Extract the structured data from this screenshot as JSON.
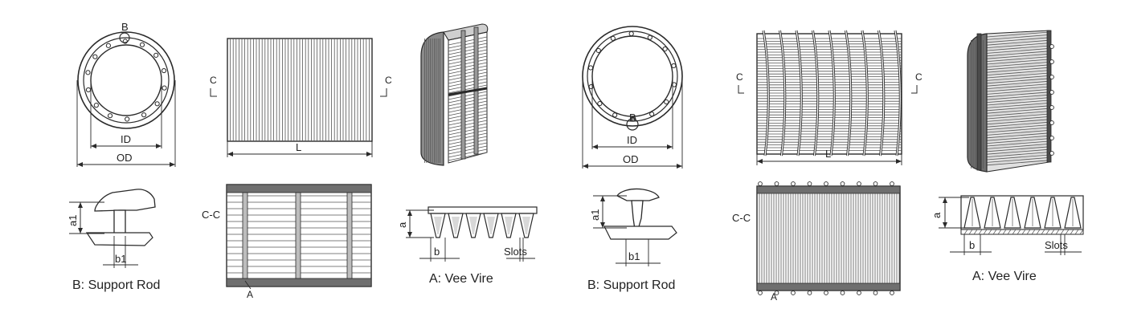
{
  "left": {
    "ring_point": "B",
    "id_label": "ID",
    "od_label": "OD",
    "length_label": "L",
    "section_mark_left": "C",
    "section_mark_right": "C",
    "section_label": "C-C",
    "detail_a_mark": "A",
    "support_rod": {
      "height_label": "a1",
      "width_label": "b1",
      "caption": "B: Support Rod"
    },
    "vee_wire": {
      "height_label": "a",
      "width_label": "b",
      "slots_label": "Slots",
      "caption": "A: Vee Vire"
    }
  },
  "right": {
    "ring_point": "B",
    "id_label": "ID",
    "od_label": "OD",
    "length_label": "L",
    "section_mark_left": "C",
    "section_mark_right": "C",
    "section_label": "C-C",
    "detail_a_mark": "A",
    "support_rod": {
      "height_label": "a1",
      "width_label": "b1",
      "caption": "B: Support Rod"
    },
    "vee_wire": {
      "height_label": "a",
      "width_label": "b",
      "slots_label": "Slots",
      "caption": "A: Vee Vire"
    }
  },
  "colors": {
    "line": "#2a2a2a",
    "hatch": "#555555",
    "fill_gray": "#bdbdbd",
    "dark_gray": "#6f6f6f"
  }
}
